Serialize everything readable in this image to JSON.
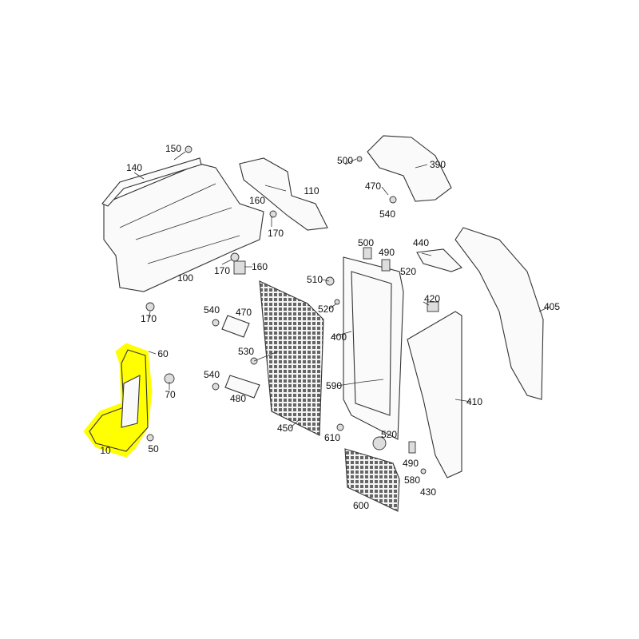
{
  "diagram": {
    "highlight_color": "#ffff00",
    "highlighted_part": "10",
    "callouts": [
      "150",
      "140",
      "110",
      "160",
      "170",
      "100",
      "170",
      "160",
      "170",
      "500",
      "390",
      "470",
      "540",
      "500",
      "490",
      "440",
      "520",
      "510",
      "520",
      "400",
      "420",
      "405",
      "540",
      "470",
      "530",
      "60",
      "70",
      "540",
      "480",
      "590",
      "450",
      "410",
      "610",
      "520",
      "490",
      "580",
      "430",
      "600",
      "10",
      "50"
    ]
  }
}
